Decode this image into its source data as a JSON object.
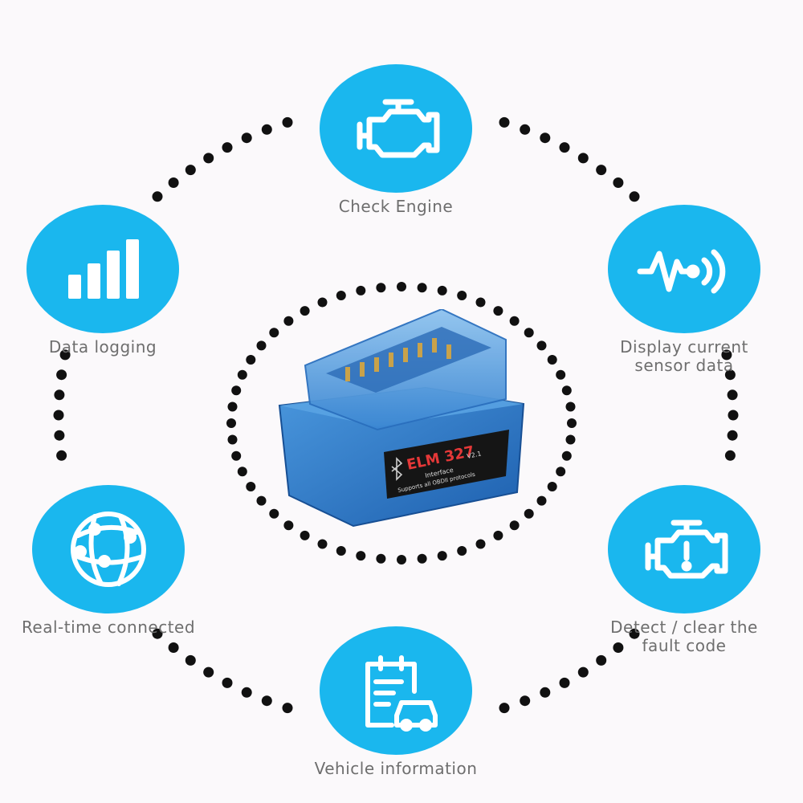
{
  "colors": {
    "accent": "#1ab7ee",
    "dots": "#111111",
    "label": "#6e6e6e",
    "device": "#2f7ccc"
  },
  "device": {
    "brand": "ELM 327",
    "version": "V2.1",
    "line1": "Interface",
    "line2": "Supports all OBDII protocols",
    "icon": "bluetooth-icon"
  },
  "features": [
    {
      "id": "check-engine",
      "label": "Check Engine",
      "icon": "engine-icon"
    },
    {
      "id": "data-logging",
      "label": "Data logging",
      "icon": "bar-chart-icon"
    },
    {
      "id": "sensor-data",
      "label": "Display current\nsensor data",
      "icon": "sensor-wave-icon"
    },
    {
      "id": "real-time",
      "label": "Real-time connected",
      "icon": "globe-network-icon"
    },
    {
      "id": "fault-code",
      "label": "Detect / clear the\nfault code",
      "icon": "engine-warning-icon"
    },
    {
      "id": "vehicle-info",
      "label": "Vehicle information",
      "icon": "vehicle-clipboard-icon"
    }
  ]
}
